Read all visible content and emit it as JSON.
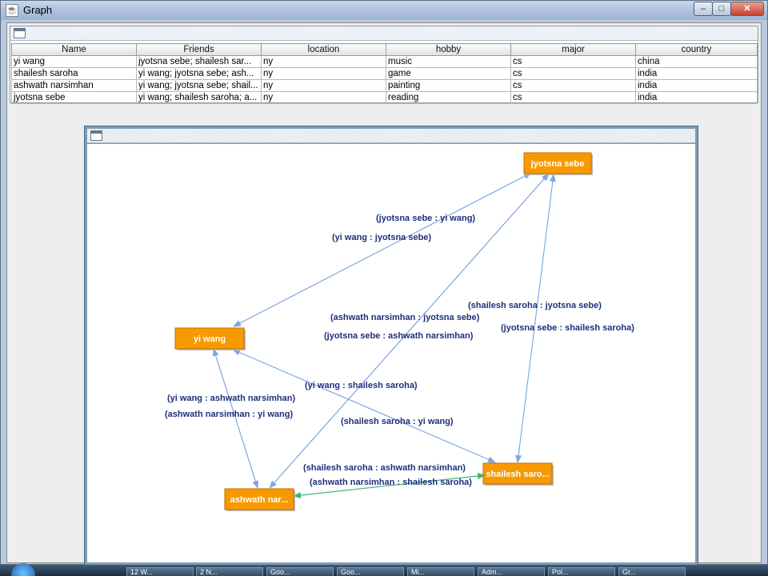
{
  "window": {
    "title": "Graph",
    "min_glyph": "–",
    "max_glyph": "□",
    "close_glyph": "✕"
  },
  "table": {
    "columns": [
      "Name",
      "Friends",
      "location",
      "hobby",
      "major",
      "country"
    ],
    "rows": [
      [
        "yi wang",
        "jyotsna sebe; shailesh sar...",
        "ny",
        "music",
        "cs",
        "china"
      ],
      [
        "shailesh saroha",
        "yi wang; jyotsna sebe; ash...",
        "ny",
        "game",
        "cs",
        "india"
      ],
      [
        "ashwath narsimhan",
        "yi wang; jyotsna sebe; shail...",
        "ny",
        "painting",
        "cs",
        "india"
      ],
      [
        "jyotsna sebe",
        "yi wang; shailesh saroha; a...",
        "ny",
        "reading",
        "cs",
        "india"
      ]
    ]
  },
  "graph": {
    "nodes": [
      {
        "id": "jyotsna",
        "label": "jyotsna sebe"
      },
      {
        "id": "yiwang",
        "label": "yi wang"
      },
      {
        "id": "shailesh",
        "label": "shailesh saro..."
      },
      {
        "id": "ashwath",
        "label": "ashwath nar..."
      }
    ],
    "edges": [
      {
        "from": "yiwang",
        "to": "jyotsna",
        "labels": [
          "(jyotsna sebe : yi wang)",
          "(yi wang : jyotsna sebe)"
        ]
      },
      {
        "from": "ashwath",
        "to": "jyotsna",
        "labels": [
          "(ashwath narsimhan : jyotsna sebe)",
          "(jyotsna sebe : ashwath narsimhan)"
        ]
      },
      {
        "from": "shailesh",
        "to": "jyotsna",
        "labels": [
          "(shailesh saroha : jyotsna sebe)",
          "(jyotsna sebe : shailesh saroha)"
        ]
      },
      {
        "from": "yiwang",
        "to": "shailesh",
        "labels": [
          "(yi wang : shailesh saroha)",
          "(shailesh saroha : yi wang)"
        ]
      },
      {
        "from": "yiwang",
        "to": "ashwath",
        "labels": [
          "(yi wang : ashwath narsimhan)",
          "(ashwath narsimhan : yi wang)"
        ]
      },
      {
        "from": "ashwath",
        "to": "shailesh",
        "labels": [
          "(shailesh saroha : ashwath narsimhan)",
          "(ashwath narsimhan : shailesh saroha)"
        ],
        "highlighted": true
      }
    ],
    "colors": {
      "node_fill": "#f79a00",
      "node_border": "#c46f00",
      "edge": "#7ea6e0",
      "edge_highlight": "#3cb878",
      "edge_label": "#1f2f7a"
    }
  },
  "taskbar": {
    "items": [
      "12 W...",
      "2 N...",
      "Goo...",
      "Goo...",
      "Mi...",
      "Adm...",
      "Pol...",
      "Gr..."
    ]
  }
}
